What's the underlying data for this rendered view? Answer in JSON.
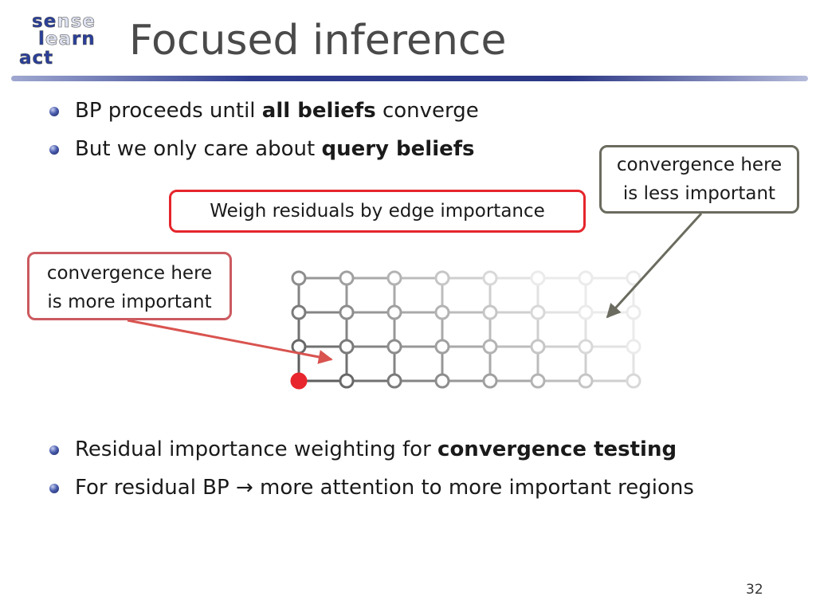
{
  "logo": {
    "line1": {
      "a": "se",
      "b": "nse"
    },
    "line2": {
      "a": "l",
      "b": "ea",
      "c": "rn"
    },
    "line3": {
      "a": "act"
    }
  },
  "title": "Focused inference",
  "bullets": [
    {
      "pre": "BP proceeds until ",
      "bold": "all beliefs",
      "post": " converge"
    },
    {
      "pre": "But we only care about ",
      "bold": "query beliefs",
      "post": ""
    },
    {
      "pre": "Residual importance weighting for ",
      "bold": "convergence testing",
      "post": ""
    },
    {
      "pre": "For residual BP → more attention to more important regions",
      "bold": "",
      "post": ""
    }
  ],
  "callouts": {
    "middle": "Weigh residuals by edge importance",
    "left": {
      "line1": "convergence here",
      "line2": "is more important"
    },
    "right": {
      "line1": "convergence here",
      "line2": "is less important"
    }
  },
  "graph": {
    "rows": 4,
    "cols": 8,
    "query_node": {
      "row": 4,
      "col": 1
    }
  },
  "colors": {
    "accent_red": "#e5252b",
    "title_rule": "#2f3c8e",
    "query_node": "#e8262d"
  },
  "page_number": "32"
}
